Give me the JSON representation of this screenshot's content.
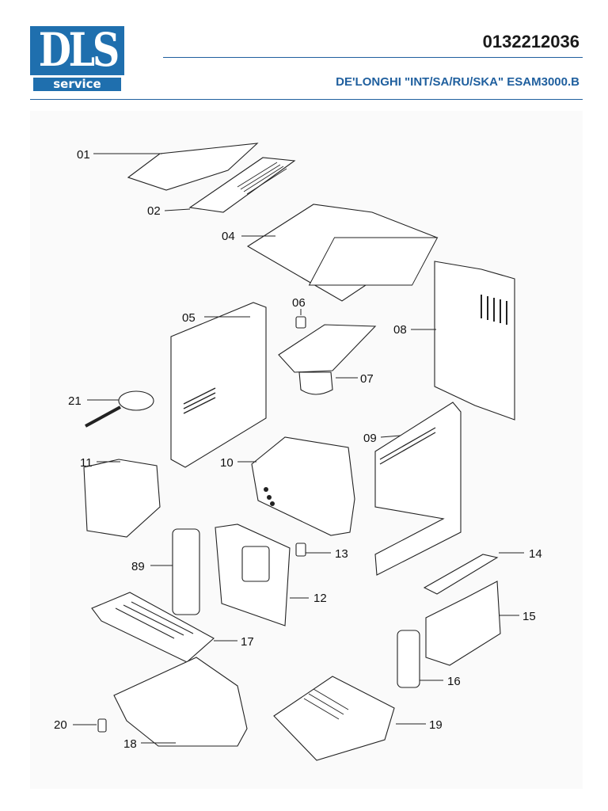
{
  "header": {
    "logo_text": "DLS",
    "logo_subtext": "service",
    "part_number": "0132212036",
    "model": "DE'LONGHI \"INT/SA/RU/SKA\" ESAM3000.B"
  },
  "callouts": [
    "01",
    "02",
    "04",
    "05",
    "06",
    "07",
    "08",
    "09",
    "10",
    "11",
    "12",
    "13",
    "14",
    "15",
    "16",
    "17",
    "18",
    "19",
    "20",
    "21",
    "89"
  ],
  "colors": {
    "brand": "#1f6fae",
    "rule": "#1f5f9e",
    "line": "#222222"
  }
}
